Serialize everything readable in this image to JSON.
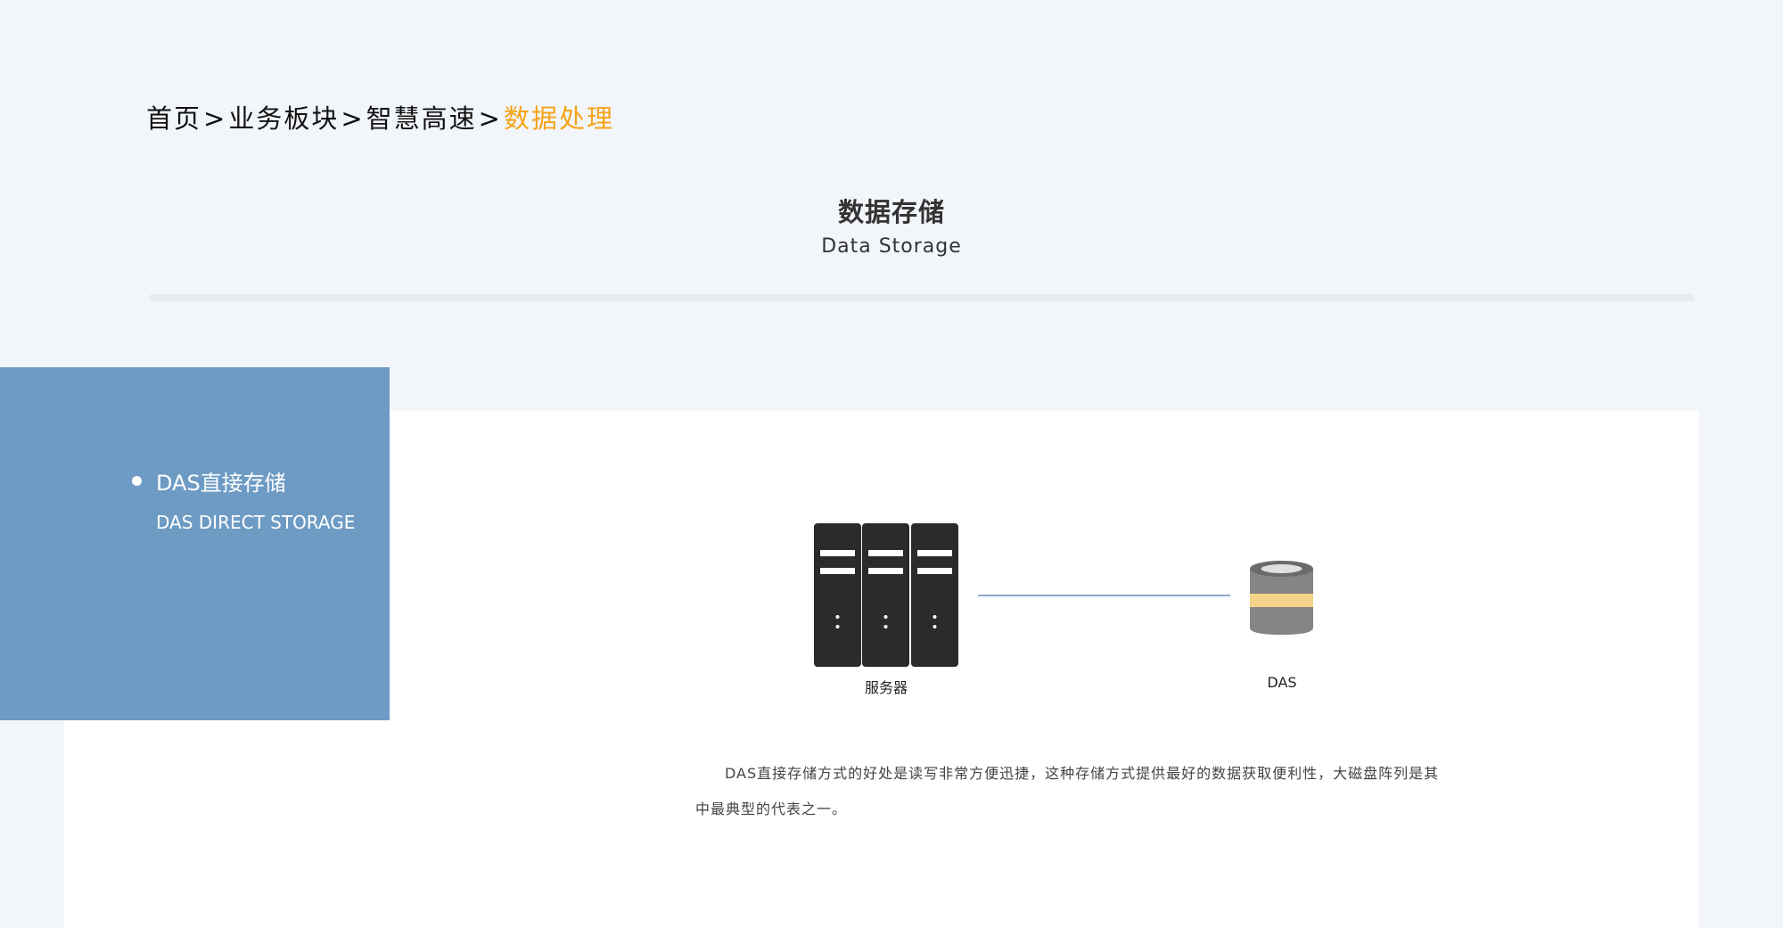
{
  "breadcrumb": {
    "items": [
      "首页",
      "业务板块",
      "智慧高速"
    ],
    "separator": ">",
    "current": "数据处理",
    "current_color": "#f5a316"
  },
  "section": {
    "title_cn": "数据存储",
    "title_en": "Data Storage"
  },
  "side_tabs": [
    {
      "label_cn": "DAS直接存储",
      "label_en": "DAS DIRECT STORAGE",
      "active": true
    }
  ],
  "diagram": {
    "server_label": "服务器",
    "das_label": "DAS",
    "server_icon": "server-rack-icon",
    "das_icon": "database-disk-icon"
  },
  "description": "DAS直接存储方式的好处是读写非常方便迅捷，这种存储方式提供最好的数据获取便利性，大磁盘阵列是其中最典型的代表之一。",
  "colors": {
    "page_background": "#f2f6fb",
    "side_tab_background": "#6d9bc4",
    "connector_line": "#8aa8cc",
    "das_stripe": "#f5d48a"
  }
}
